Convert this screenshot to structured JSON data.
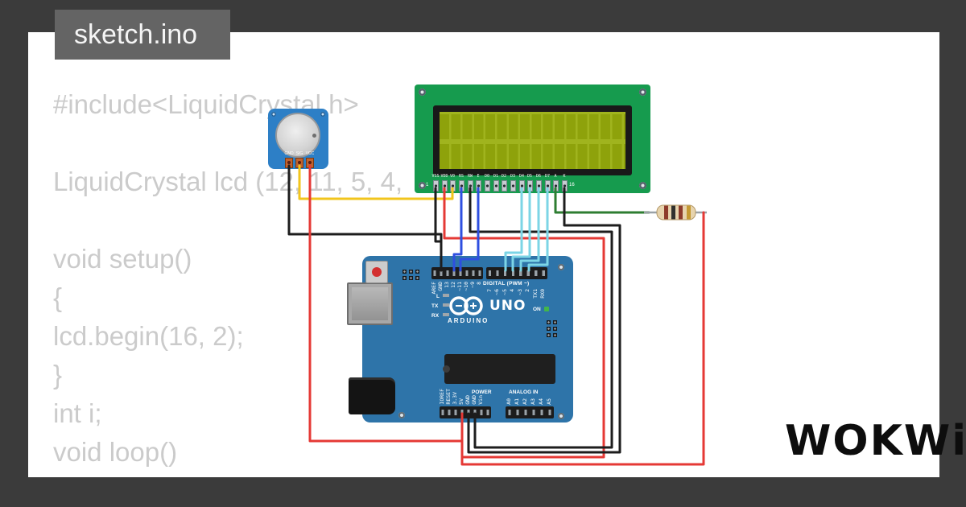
{
  "window": {
    "title": "sketch.ino",
    "brand": "WOKWi"
  },
  "code": {
    "lines": [
      "#include<LiquidCrystal.h>",
      "",
      "LiquidCrystal lcd (12, 11, 5, 4,",
      "",
      "void setup()",
      "{",
      "lcd.begin(16, 2);",
      "}",
      "int i;",
      "void loop()",
      "{"
    ]
  },
  "pot": {
    "pins": [
      "GND",
      "SIG",
      "VCC"
    ]
  },
  "lcd": {
    "pins": [
      "VSS",
      "VDD",
      "V0",
      "RS",
      "RW",
      "E",
      "D0",
      "D1",
      "D2",
      "D3",
      "D4",
      "D5",
      "D6",
      "D7",
      "A",
      "K"
    ],
    "pin_first": "1",
    "pin_last": "16"
  },
  "arduino": {
    "top_pins": [
      "AREF",
      "GND",
      "13",
      "12",
      "~11",
      "~10",
      "~9",
      "8",
      "7",
      "~6",
      "~5",
      "4",
      "~3",
      "2",
      "TX1",
      "RX0"
    ],
    "digital_label": "DIGITAL (PWM ~)",
    "name": "UNO",
    "brand": "ARDUINO",
    "led_labels": [
      "L",
      "TX",
      "RX"
    ],
    "on_label": "ON",
    "power_label": "POWER",
    "analog_label": "ANALOG IN",
    "power_pins": [
      "IOREF",
      "RESET",
      "3.3V",
      "5V",
      "GND",
      "GND",
      "Vin"
    ],
    "analog_pins": [
      "A0",
      "A1",
      "A2",
      "A3",
      "A4",
      "A5"
    ]
  },
  "colors": {
    "frame": "#3b3b3b",
    "tab": "#646464",
    "code_text": "#cbcbcb",
    "board_green": "#169b4e",
    "board_blue": "#2e74a9",
    "pot_blue": "#2d7fc6",
    "lcd_screen": "#8ea20b",
    "wire_red": "#e53935",
    "wire_black": "#1d1d1d",
    "wire_yellow": "#f2c51d",
    "wire_blue": "#2e4fe0",
    "wire_cyan": "#7cd5e6",
    "wire_green": "#2e7d32",
    "resistor_body": "#e7d4ae"
  }
}
